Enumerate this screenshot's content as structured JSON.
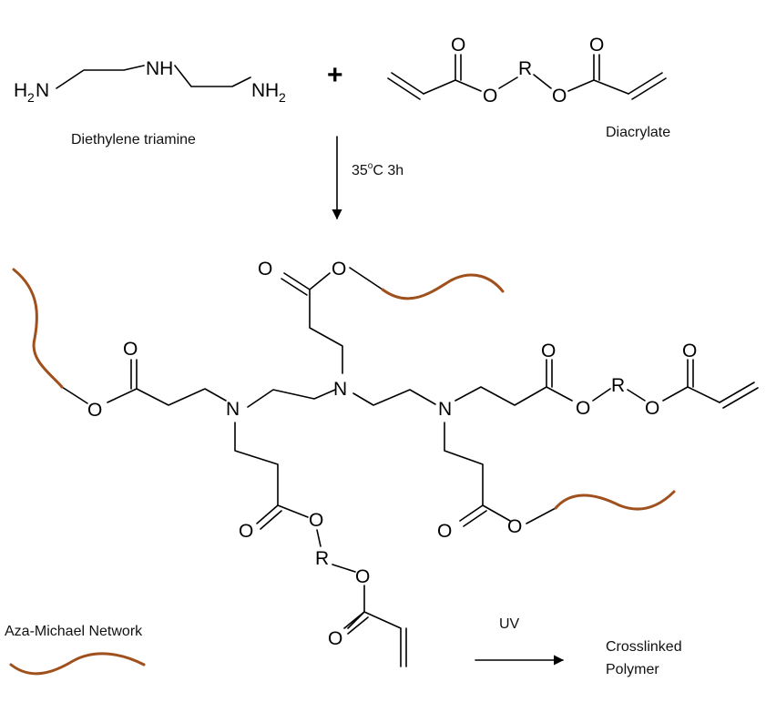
{
  "labels": {
    "reactant1": "Diethylene triamine",
    "reactant2": "Diacrylate",
    "plus": "+",
    "conditions": "35",
    "conditions_sup": "o",
    "conditions_rest": "C 3h",
    "legend": "Aza-Michael Network",
    "uv": "UV",
    "product_line1": "Crosslinked",
    "product_line2": "Polymer"
  },
  "atoms": {
    "oxygen": "O",
    "nitrogen": "N",
    "r_group": "R",
    "nh": "NH",
    "h": "H",
    "two": "2"
  },
  "colors": {
    "chain": "#a0501c",
    "bond": "#000000"
  }
}
